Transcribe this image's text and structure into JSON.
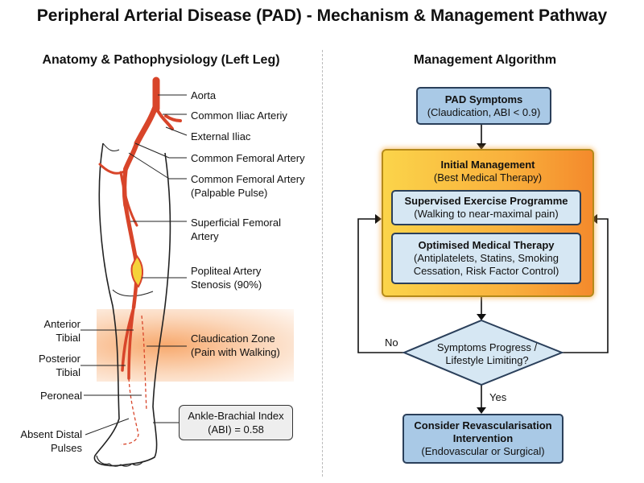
{
  "title": "Peripheral Arterial Disease (PAD) - Mechanism & Management Pathway",
  "left_panel": {
    "title": "Anatomy & Pathophysiology (Left Leg)",
    "labels": {
      "aorta": "Aorta",
      "common_iliac": "Common Iliac Arteriy",
      "external_iliac": "External Iliac",
      "common_femoral": "Common Femoral Artery",
      "common_femoral_pulse_1": "Common Femoral Artery",
      "common_femoral_pulse_2": "(Palpable Pulse)",
      "superficial_femoral_1": "Superficial Femoral",
      "superficial_femoral_2": "Artery",
      "popliteal_1": "Popliteal Artery",
      "popliteal_2": "Stenosis (90%)",
      "claudication_1": "Claudication Zone",
      "claudication_2": "(Pain with Walking)",
      "anterior_tibial_1": "Anterior",
      "anterior_tibial_2": "Tibial",
      "posterior_tibial_1": "Posterior",
      "posterior_tibial_2": "Tibial",
      "peroneal": "Peroneal",
      "absent_pulses_1": "Absent Distal",
      "absent_pulses_2": "Pulses",
      "abi_1": "Ankle-Brachial Index",
      "abi_2": "(ABI) = 0.58"
    }
  },
  "right_panel": {
    "title": "Management Algorithm",
    "symptoms": {
      "title": "PAD Symptoms",
      "detail": "(Claudication, ABI < 0.9)"
    },
    "initial": {
      "title": "Initial Management",
      "detail": "(Best Medical Therapy)"
    },
    "exercise": {
      "title": "Supervised Exercise Programme",
      "detail": "(Walking to near-maximal pain)"
    },
    "medical": {
      "title": "Optimised Medical Therapy",
      "detail_1": "(Antiplatelets, Statins, Smoking",
      "detail_2": "Cessation, Risk Factor Control)"
    },
    "decision": {
      "line_1": "Symptoms Progress /",
      "line_2": "Lifestyle Limiting?"
    },
    "no_label": "No",
    "yes_label": "Yes",
    "revasc": {
      "title_1": "Consider Revascularisation",
      "title_2": "Intervention",
      "detail": "(Endovascular or Surgical)"
    }
  },
  "colors": {
    "artery": "#d8452a",
    "box_blue": "#a9c9e6",
    "box_lightblue": "#d6e7f3",
    "management_gradient_start": "#fbd44a",
    "management_gradient_end": "#f48a2c",
    "claudication_zone": "#f58c3c",
    "stenosis": "#f5d23a"
  }
}
